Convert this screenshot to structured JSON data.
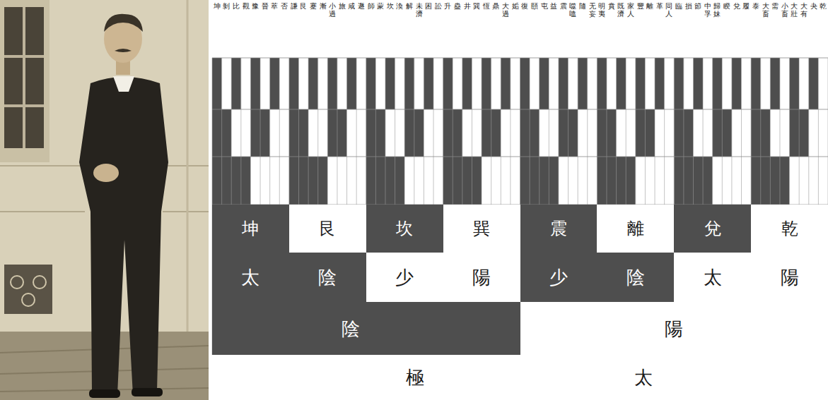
{
  "diagram": {
    "nodes": [
      {
        "text": [
          "坤"
        ]
      },
      {
        "text": [
          "艮"
        ]
      },
      {
        "text": [
          "坎"
        ]
      },
      {
        "text": [
          "巽"
        ]
      },
      {
        "text": [
          "震"
        ]
      },
      {
        "text": [
          "離"
        ]
      },
      {
        "text": [
          "兌"
        ]
      },
      {
        "text": [
          "乾"
        ]
      },
      {
        "text": [
          "太",
          "陰"
        ]
      },
      {
        "text": [
          "少",
          "陽"
        ]
      },
      {
        "text": [
          "少",
          "陰"
        ]
      },
      {
        "text": [
          "太",
          "陽"
        ]
      },
      {
        "text": [
          "陰"
        ]
      },
      {
        "text": [
          "陽"
        ]
      },
      {
        "text": [
          "極",
          "太"
        ]
      }
    ],
    "labels": [
      "坤",
      "剝",
      "比",
      "觀",
      "豫",
      "晉",
      "萃",
      "否",
      "謙",
      "艮",
      "蹇",
      "漸",
      "小過",
      "旅",
      "咸",
      "遯",
      "師",
      "蒙",
      "坎",
      "渙",
      "解",
      "未濟",
      "困",
      "訟",
      "升",
      "蠱",
      "井",
      "巽",
      "恆",
      "鼎",
      "大過",
      "姤",
      "復",
      "頤",
      "屯",
      "益",
      "震",
      "噬嗑",
      "隨",
      "无妄",
      "明夷",
      "賁",
      "既濟",
      "家人",
      "豐",
      "離",
      "革",
      "同人",
      "臨",
      "損",
      "節",
      "中孚",
      "歸妹",
      "睽",
      "兌",
      "履",
      "泰",
      "大畜",
      "需",
      "小畜",
      "大壯",
      "大有",
      "夬",
      "乾"
    ]
  }
}
